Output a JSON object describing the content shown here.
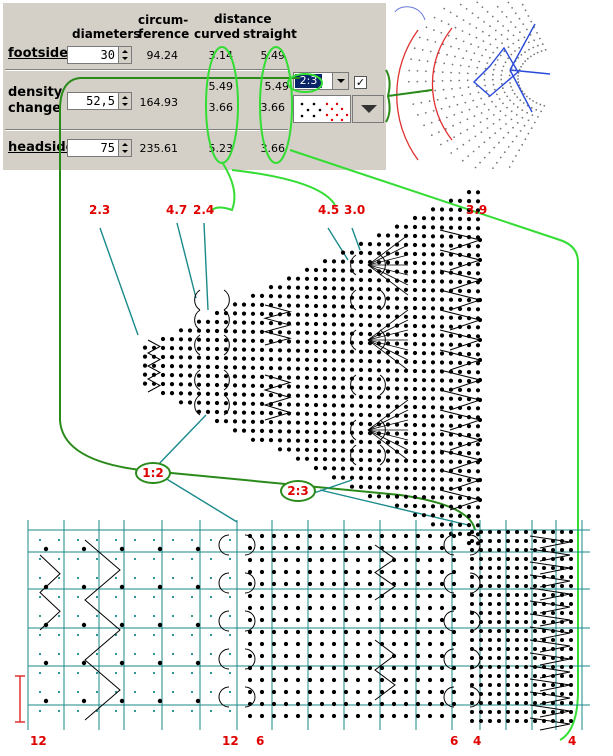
{
  "headers": {
    "diameters": "diameters",
    "circumference": "circum-\nference",
    "circumference_1": "circum-",
    "circumference_2": "ference",
    "distance": "distance",
    "curved": "curved",
    "straight": "straight"
  },
  "rows": {
    "footside": {
      "label": "footside",
      "diameter": "30",
      "circumference": "94.24",
      "curved": "3.14",
      "straight": "5.49"
    },
    "density_change": {
      "label_1": "density",
      "label_2": "change",
      "diameter": "52,5",
      "circumference": "164.93",
      "curved_1": "5.49",
      "straight_1": "5.49",
      "curved_2": "3.66",
      "straight_2": "3.66",
      "ratio": "2:3",
      "checkbox": "✓"
    },
    "headside": {
      "label": "headside",
      "diameter": "75",
      "circumference": "235.61",
      "curved": "5.23",
      "straight": "3.66"
    }
  },
  "annotations": {
    "top_labels": [
      "2.3",
      "4.7",
      "2.4",
      "4.5",
      "3.0",
      "3.9"
    ],
    "ratio_ovals": [
      "1:2",
      "2:3"
    ],
    "bottom_labels": [
      "12",
      "12",
      "6",
      "6",
      "4",
      "4"
    ]
  },
  "colors": {
    "panel": "#d4d0c8",
    "accent_green": "#2a8a1a",
    "bright_green": "#33dd33",
    "teal": "#1a8a8a",
    "label_red": "#e00000",
    "selection": "#0a246a"
  },
  "icons": [
    "spin-up-down-icon",
    "dropdown-arrow-icon",
    "checkbox-icon",
    "pattern-preview-icon"
  ]
}
